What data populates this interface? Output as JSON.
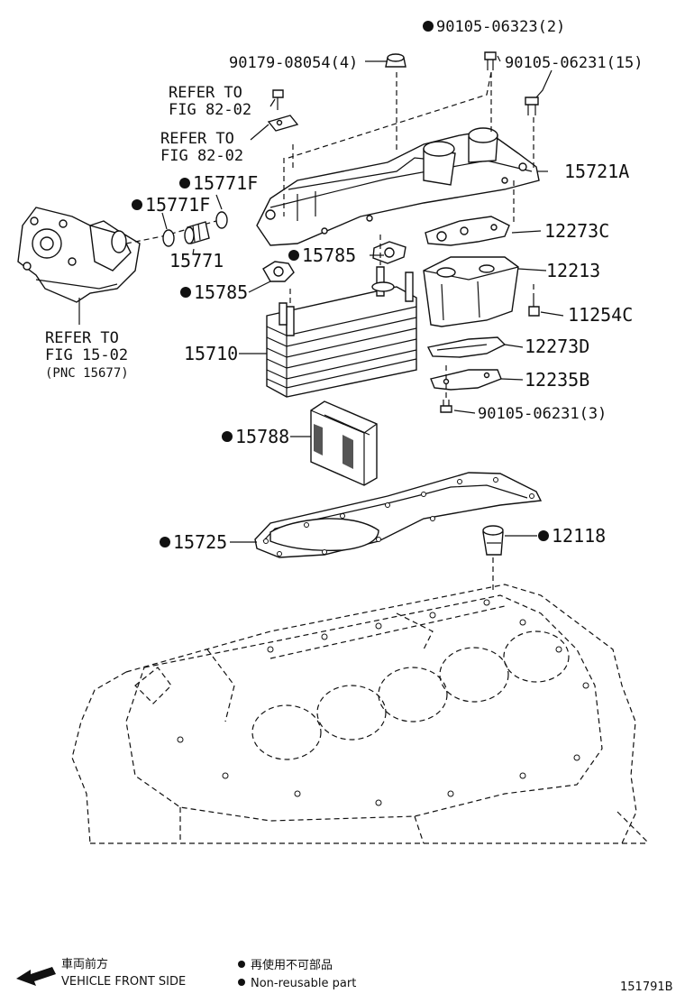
{
  "parts": {
    "p90105_06323": "90105-06323(2)",
    "p90179_08054": "90179-08054(4)",
    "p90105_06231_15": "90105-06231(15)",
    "p15721a": "15721A",
    "p12273c": "12273C",
    "p12213": "12213",
    "p11254c": "11254C",
    "p12273d": "12273D",
    "p12235b": "12235B",
    "p90105_06231_3": "90105-06231(3)",
    "p15771f_upper": "15771F",
    "p15771f_lower": "15771F",
    "p15771": "15771",
    "p15785_upper": "15785",
    "p15785_lower": "15785",
    "p15710": "15710",
    "p15788": "15788",
    "p15725": "15725",
    "p12118": "12118"
  },
  "refers": {
    "ref1_line1": "REFER TO",
    "ref1_line2": "FIG 82-02",
    "ref2_line1": "REFER TO",
    "ref2_line2": "FIG 82-02",
    "ref3_line1": "REFER TO",
    "ref3_line2": "FIG 15-02",
    "ref3_line3": "(PNC 15677)"
  },
  "legend": {
    "direction_jp": "車両前方",
    "direction_en": "VEHICLE FRONT SIDE",
    "nonreusable_jp": "再使用不可部品",
    "nonreusable_en": "Non-reusable part"
  },
  "figure_id": "151791B"
}
